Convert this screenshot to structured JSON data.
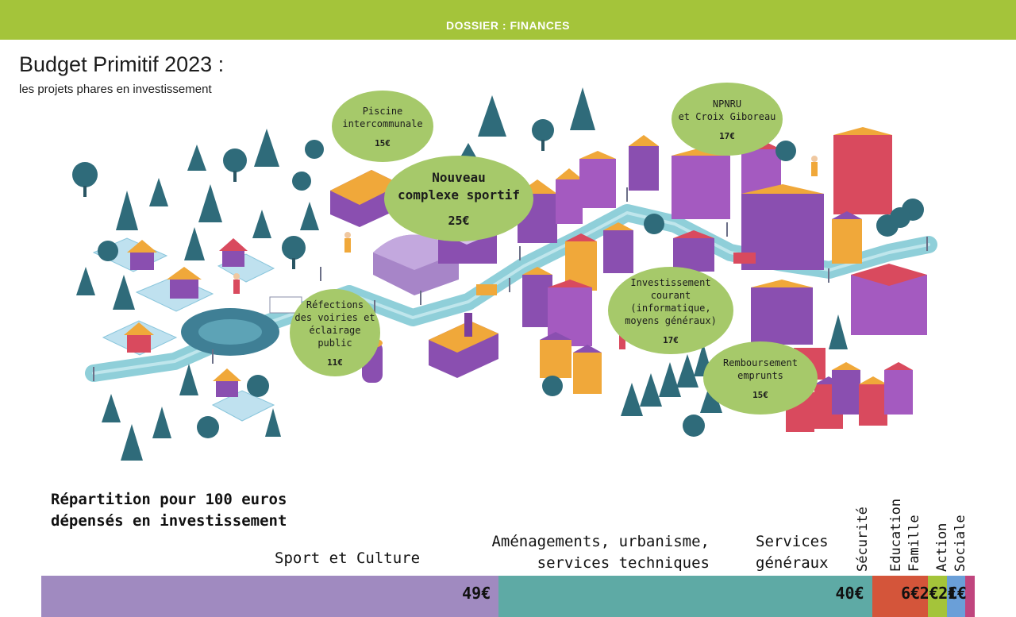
{
  "header": {
    "dossier": "DOSSIER : FINANCES"
  },
  "title": "Budget Primitif 2023 :",
  "subtitle": "les projets phares en investissement",
  "colors": {
    "header_green": "#a4c43a",
    "bubble_green": "#a6c96a",
    "road": "#8fcfd9",
    "building_purple": "#8a4fb0",
    "building_orange": "#f0a83a",
    "building_red": "#d94a5e",
    "tree": "#2f6b7a"
  },
  "bubbles": [
    {
      "label": "Piscine\nintercommunale",
      "amount": "15€"
    },
    {
      "label": "Nouveau\ncomplexe sportif",
      "amount": "25€"
    },
    {
      "label": "NPNRU\net Croix Giboreau",
      "amount": "17€"
    },
    {
      "label": "Réfections\ndes voiries et\néclairage public",
      "amount": "11€"
    },
    {
      "label": "Investissement\ncourant (informatique,\nmoyens généraux)",
      "amount": "17€"
    },
    {
      "label": "Remboursement\nemprunts",
      "amount": "15€"
    }
  ],
  "repartition": {
    "title": "Répartition pour 100 euros\ndépensés en investissement"
  },
  "chart_data": {
    "type": "bar",
    "stacked": true,
    "total": 100,
    "categories": [
      "Sport et Culture",
      "Aménagements, urbanisme,\nservices techniques",
      "Services\ngénéraux",
      "Sécurité",
      "Education\nFamille",
      "Action\nSociale"
    ],
    "values": [
      49,
      40,
      6,
      2,
      2,
      1
    ],
    "value_labels": [
      "49€",
      "40€",
      "6€",
      "2€",
      "2€",
      "1€"
    ],
    "colors": [
      "#a08ac0",
      "#5eaaa5",
      "#d4553a",
      "#a4c43a",
      "#6a9fd8",
      "#c0457e"
    ]
  }
}
